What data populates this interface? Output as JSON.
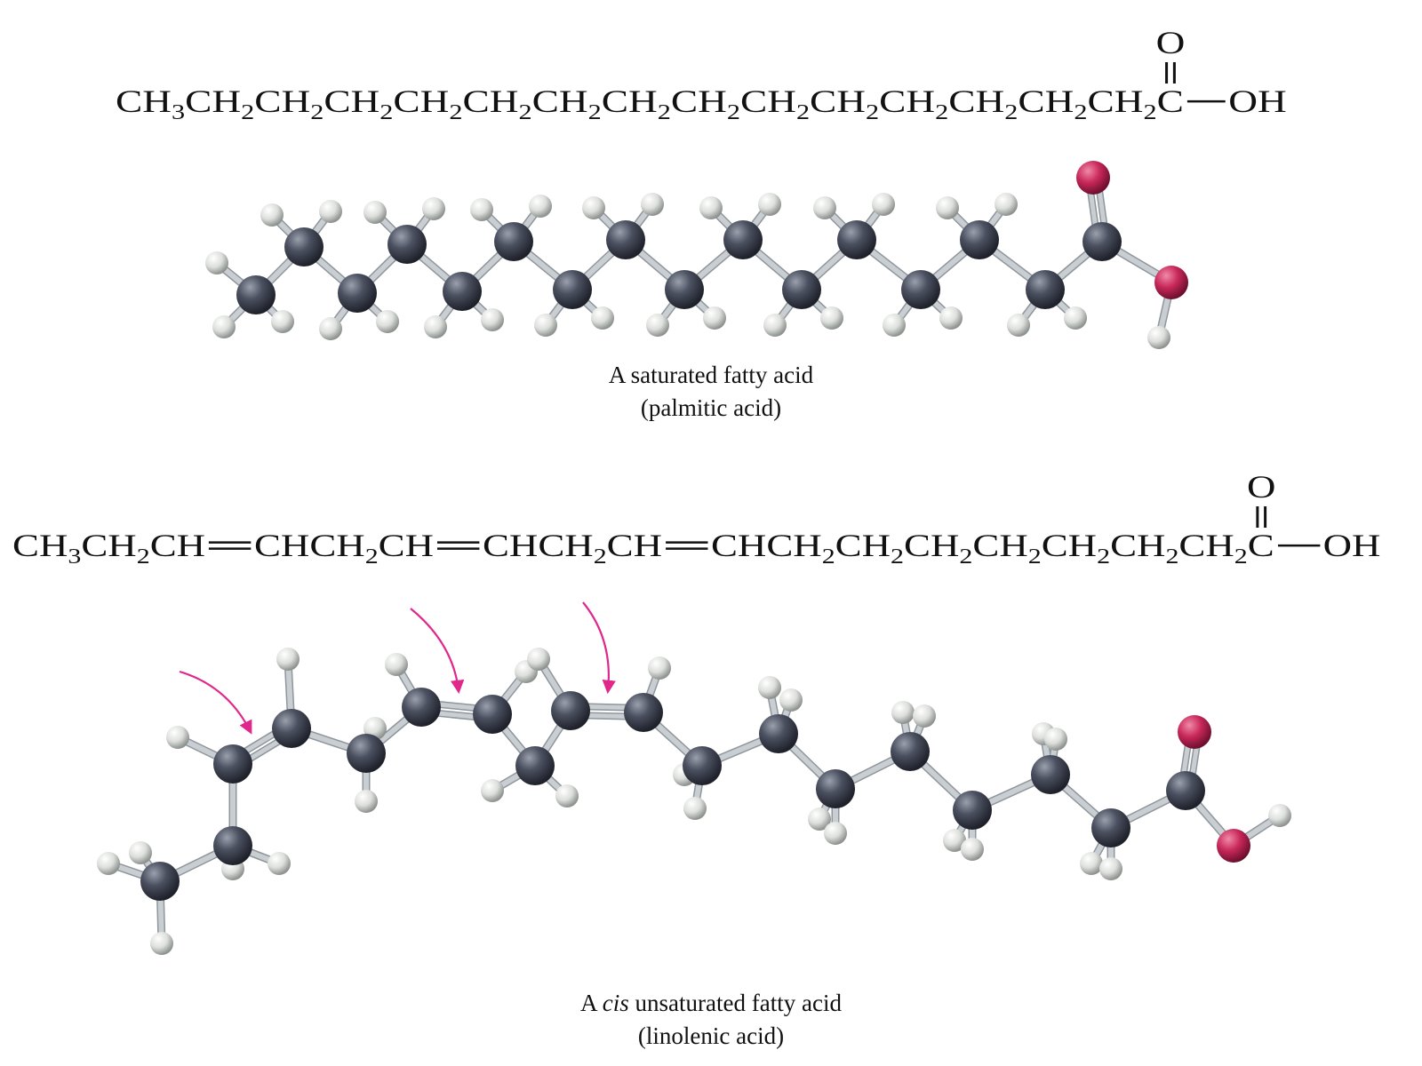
{
  "palmitic": {
    "formula": {
      "segments": [
        {
          "t": "CH"
        },
        {
          "t": "3",
          "sub": true
        },
        {
          "t": "CH"
        },
        {
          "t": "2",
          "sub": true
        },
        {
          "t": "CH"
        },
        {
          "t": "2",
          "sub": true
        },
        {
          "t": "CH"
        },
        {
          "t": "2",
          "sub": true
        },
        {
          "t": "CH"
        },
        {
          "t": "2",
          "sub": true
        },
        {
          "t": "CH"
        },
        {
          "t": "2",
          "sub": true
        },
        {
          "t": "CH"
        },
        {
          "t": "2",
          "sub": true
        },
        {
          "t": "CH"
        },
        {
          "t": "2",
          "sub": true
        },
        {
          "t": "CH"
        },
        {
          "t": "2",
          "sub": true
        },
        {
          "t": "CH"
        },
        {
          "t": "2",
          "sub": true
        },
        {
          "t": "CH"
        },
        {
          "t": "2",
          "sub": true
        },
        {
          "t": "CH"
        },
        {
          "t": "2",
          "sub": true
        },
        {
          "t": "CH"
        },
        {
          "t": "2",
          "sub": true
        },
        {
          "t": "CH"
        },
        {
          "t": "2",
          "sub": true
        },
        {
          "t": "CH"
        },
        {
          "t": "2",
          "sub": true
        },
        {
          "t": "C",
          "carbonyl": true
        },
        {
          "t": "",
          "bond": "single"
        },
        {
          "t": "OH"
        }
      ],
      "carbonyl_o": "O"
    },
    "caption_line1": "A saturated fatty acid",
    "caption_line2": "(palmitic acid)"
  },
  "linolenic": {
    "formula": {
      "segments": [
        {
          "t": "CH"
        },
        {
          "t": "3",
          "sub": true
        },
        {
          "t": "CH"
        },
        {
          "t": "2",
          "sub": true
        },
        {
          "t": "CH"
        },
        {
          "t": "",
          "bond": "double"
        },
        {
          "t": "CHCH"
        },
        {
          "t": "2",
          "sub": true
        },
        {
          "t": "CH"
        },
        {
          "t": "",
          "bond": "double"
        },
        {
          "t": "CHCH"
        },
        {
          "t": "2",
          "sub": true
        },
        {
          "t": "CH"
        },
        {
          "t": "",
          "bond": "double"
        },
        {
          "t": "CHCH"
        },
        {
          "t": "2",
          "sub": true
        },
        {
          "t": "CH"
        },
        {
          "t": "2",
          "sub": true
        },
        {
          "t": "CH"
        },
        {
          "t": "2",
          "sub": true
        },
        {
          "t": "CH"
        },
        {
          "t": "2",
          "sub": true
        },
        {
          "t": "CH"
        },
        {
          "t": "2",
          "sub": true
        },
        {
          "t": "CH"
        },
        {
          "t": "2",
          "sub": true
        },
        {
          "t": "CH"
        },
        {
          "t": "2",
          "sub": true
        },
        {
          "t": "C",
          "carbonyl": true
        },
        {
          "t": "",
          "bond": "single"
        },
        {
          "t": "OH"
        }
      ],
      "carbonyl_o": "O"
    },
    "caption_prefix": "A ",
    "caption_italic": "cis",
    "caption_suffix": " unsaturated fatty acid",
    "caption_line2": "(linolenic acid)"
  },
  "colors": {
    "carbon": "#4b5060",
    "hydrogen": "#e4e6e2",
    "oxygen": "#c8285a",
    "bond": "#c9ced3",
    "arrow": "#e0288c"
  }
}
